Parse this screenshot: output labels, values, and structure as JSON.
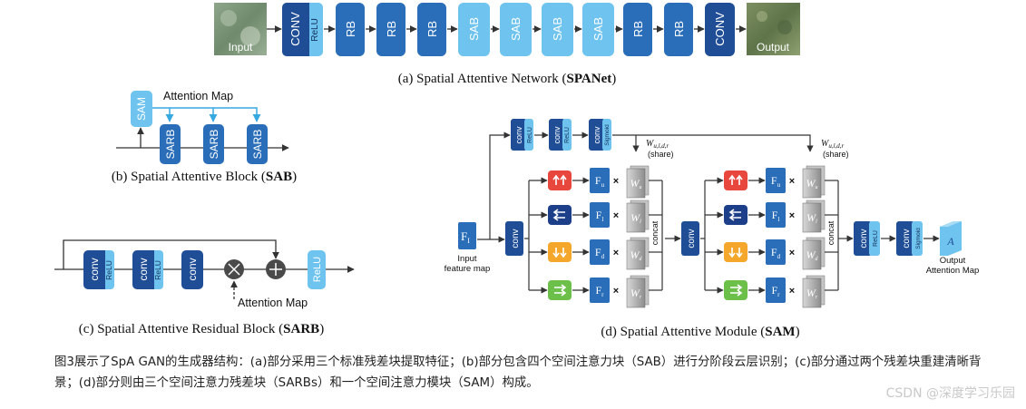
{
  "panel_a": {
    "caption_prefix": "(a) Spatial Attentive Network (",
    "caption_bold": "SPANet",
    "caption_suffix": ")",
    "input_label": "Input",
    "output_label": "Output",
    "conv_label": "CONV",
    "relu_label": "ReLU",
    "rb_label": "RB",
    "sab_label": "SAB"
  },
  "panel_b": {
    "caption_prefix": "(b) Spatial Attentive Block (",
    "caption_bold": "SAB",
    "caption_suffix": ")",
    "sam_label": "SAM",
    "attention_map_label": "Attention Map",
    "sarb_label": "SARB"
  },
  "panel_c": {
    "caption_prefix": "(c) Spatial Attentive Residual Block (",
    "caption_bold": "SARB",
    "caption_suffix": ")",
    "conv_label": "conv",
    "relu_label": "ReLU",
    "attention_map_label": "Attention Map"
  },
  "panel_d": {
    "caption_prefix": "(d) Spatial Attentive Module (",
    "caption_bold": "SAM",
    "caption_suffix": ")",
    "conv_label": "conv",
    "relu_label": "ReLU",
    "sigmoid_label": "Sigmoid",
    "weights_label": "W",
    "weights_sub": "u,l,d,r",
    "share_label": "(share)",
    "input_label_1": "Input",
    "input_label_2": "feature map",
    "output_label_1": "Output",
    "output_label_2": "Attention Map",
    "concat_label": "concat",
    "input_symbol": "F",
    "input_sub": "I",
    "output_symbol": "A",
    "f_symbol": "F",
    "f_subs": [
      "u",
      "l",
      "d",
      "r"
    ],
    "w_symbol": "W",
    "times_symbol": "×"
  },
  "figure_caption": "图3展示了SpA GAN的生成器结构：(a)部分采用三个标准残差块提取特征；(b)部分包含四个空间注意力块（SAB）进行分阶段云层识别；(c)部分通过两个残差块重建清晰背景；(d)部分则由三个空间注意力残差块（SARBs）和一个空间注意力模块（SAM）构成。",
  "watermark": "CSDN @深度学习乐园",
  "colors": {
    "dark_blue": "#1f4e96",
    "mid_blue": "#2a6db8",
    "light_blue": "#6fc3ef",
    "accent_red": "#e8473e",
    "accent_navy": "#1d3f8a",
    "accent_orange": "#f4a72b",
    "accent_green": "#6cc04a",
    "arrow": "#333333",
    "attention_arrow": "#36a9e1"
  }
}
